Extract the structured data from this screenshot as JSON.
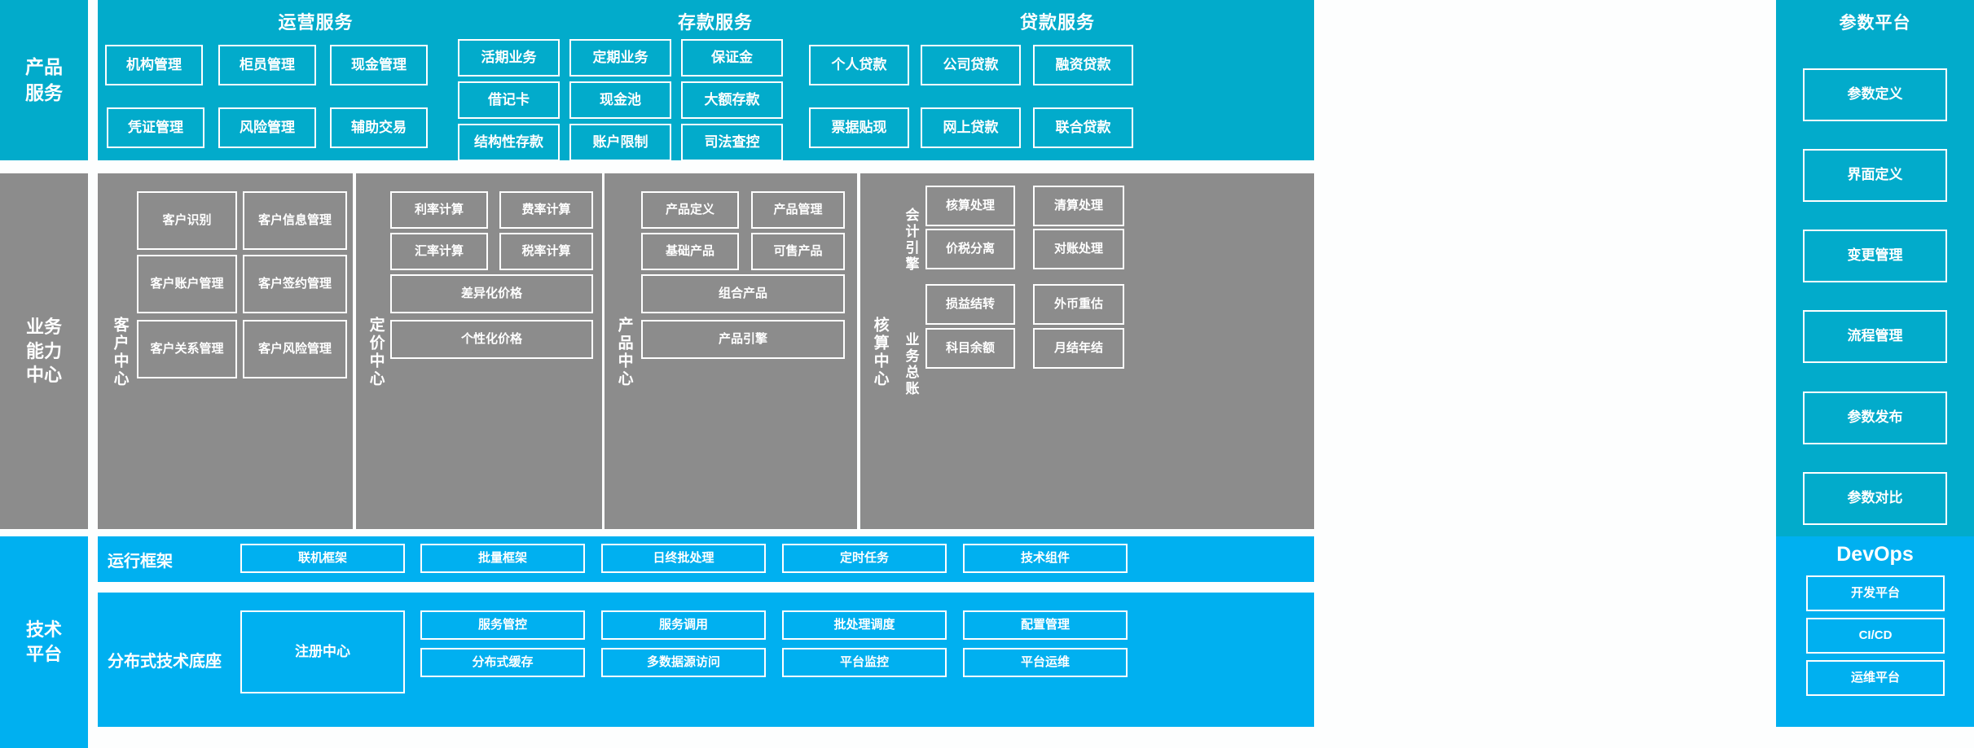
{
  "palette": {
    "teal": "#02ABCB",
    "gray": "#8C8C8C",
    "blue": "#00B0F0",
    "outline": "#FFFFFF",
    "background": "#FDFEFE"
  },
  "layers": {
    "product_service": {
      "rail_label": "产品\n服务",
      "groups": [
        {
          "title": "运营服务",
          "tiles": [
            "机构管理",
            "柜员管理",
            "现金管理",
            "凭证管理",
            "风险管理",
            "辅助交易"
          ]
        },
        {
          "title": "存款服务",
          "tiles": [
            "活期业务",
            "定期业务",
            "保证金",
            "借记卡",
            "现金池",
            "大额存款",
            "结构性存款",
            "账户限制",
            "司法查控"
          ]
        },
        {
          "title": "贷款服务",
          "tiles": [
            "个人贷款",
            "公司贷款",
            "融资贷款",
            "票据贴现",
            "网上贷款",
            "联合贷款"
          ]
        }
      ]
    },
    "business_capability": {
      "rail_label": "业务\n能力\n中心",
      "centers": [
        {
          "name": "客户中心",
          "tiles": [
            "客户识别",
            "客户信息管理",
            "客户账户管理",
            "客户签约管理",
            "客户关系管理",
            "客户风险管理"
          ]
        },
        {
          "name": "定价中心",
          "tiles": [
            "利率计算",
            "费率计算",
            "汇率计算",
            "税率计算"
          ],
          "wide_tiles": [
            "差异化价格",
            "个性化价格"
          ]
        },
        {
          "name": "产品中心",
          "tiles": [
            "产品定义",
            "产品管理",
            "基础产品",
            "可售产品"
          ],
          "wide_tiles": [
            "组合产品",
            "产品引擎"
          ]
        },
        {
          "name": "核算中心",
          "subgroups": [
            {
              "label": "会计引擎",
              "tiles": [
                "核算处理",
                "清算处理",
                "价税分离",
                "对账处理"
              ]
            },
            {
              "label": "业务总账",
              "tiles": [
                "损益结转",
                "外币重估",
                "科目余额",
                "月结年结"
              ]
            }
          ]
        }
      ]
    },
    "tech_platform": {
      "rail_label": "技术\n平台",
      "rows": [
        {
          "label": "运行框架",
          "tiles": [
            "联机框架",
            "批量框架",
            "日终批处理",
            "定时任务",
            "技术组件"
          ]
        },
        {
          "label": "分布式技术底座",
          "anchor_tile": "注册中心",
          "tile_rows": [
            [
              "服务管控",
              "服务调用",
              "批处理调度",
              "配置管理"
            ],
            [
              "分布式缓存",
              "多数据源访问",
              "平台监控",
              "平台运维"
            ]
          ]
        }
      ]
    }
  },
  "right_column": {
    "param_platform": {
      "title": "参数平台",
      "tiles": [
        "参数定义",
        "界面定义",
        "变更管理",
        "流程管理",
        "参数发布",
        "参数对比"
      ]
    },
    "devops": {
      "title": "DevOps",
      "tiles": [
        "开发平台",
        "CI/CD",
        "运维平台"
      ]
    }
  }
}
